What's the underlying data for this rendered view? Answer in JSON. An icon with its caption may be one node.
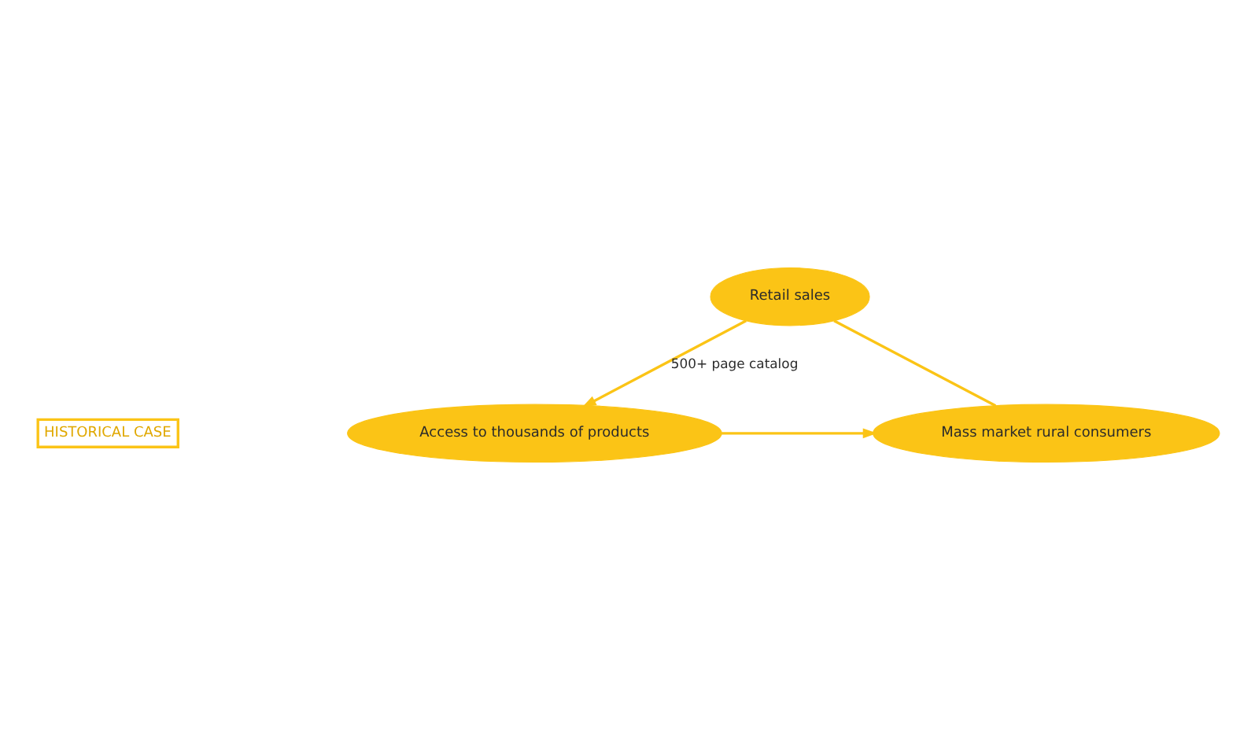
{
  "diagram": {
    "nodes": [
      {
        "text": [
          "Access to thousands of products"
        ]
      },
      {
        "text": [
          "Mass market rural consumers"
        ]
      },
      {
        "text": [
          "Retail sales"
        ]
      }
    ],
    "edges": [
      {
        "from": 0,
        "to": 1,
        "arrow": "to"
      },
      {
        "from": 2,
        "to": 0,
        "arrow": "to",
        "label": "500+ page catalog"
      },
      {
        "from": 2,
        "to": 1,
        "arrow": "none"
      }
    ],
    "labels": [
      "HISTORICAL CASE"
    ]
  }
}
